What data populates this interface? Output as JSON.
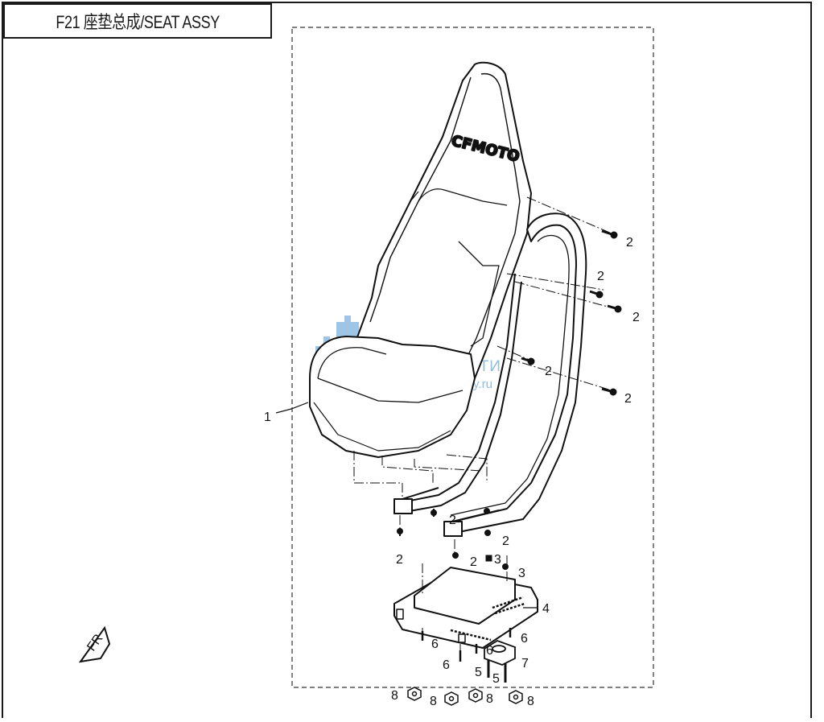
{
  "title": "F21 座垫总成/SEAT ASSY",
  "seat_logo": "CFMOTO",
  "watermark": {
    "line1": "СКУТЕР СИТИ",
    "line2": "www.scooter-city.ru"
  },
  "direction_marker": "FR",
  "callouts": {
    "c1": "1",
    "c2_a": "2",
    "c2_b": "2",
    "c2_c": "2",
    "c2_d": "2",
    "c2_e": "2",
    "c2_f": "2",
    "c2_g": "2",
    "c2_h": "2",
    "c2_i": "2",
    "c3_a": "3",
    "c3_b": "3",
    "c4": "4",
    "c5_a": "5",
    "c5_b": "5",
    "c6_a": "6",
    "c6_b": "6",
    "c6_c": "6",
    "c6_d": "6",
    "c7": "7",
    "c8_a": "8",
    "c8_b": "8",
    "c8_c": "8",
    "c8_d": "8"
  },
  "colors": {
    "line": "#111111",
    "watermark": "#6fa6d6"
  }
}
